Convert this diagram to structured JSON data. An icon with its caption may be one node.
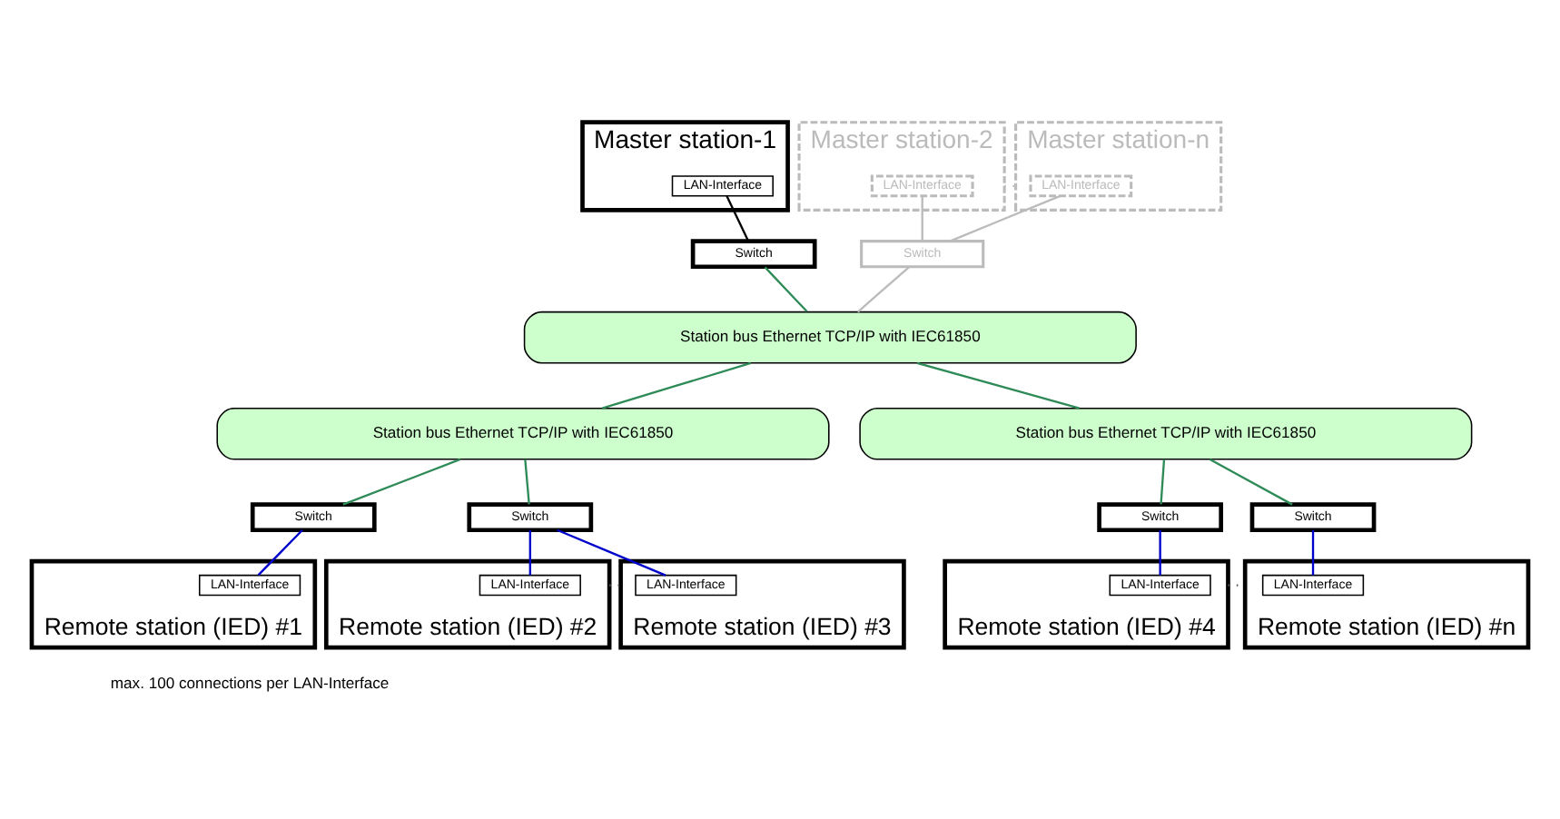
{
  "diagram": {
    "nodes": [
      {
        "text": [
          "Master station-1"
        ]
      },
      {
        "text": [
          "LAN-Interface"
        ],
        "in": 0
      },
      {
        "text": [
          "Master station-2"
        ]
      },
      {
        "text": [
          "LAN-Interface"
        ],
        "in": 2
      },
      {
        "text": [
          "Master station-n"
        ]
      },
      {
        "text": [
          "LAN-Interface"
        ],
        "in": 4
      },
      {
        "text": [
          "Switch"
        ]
      },
      {
        "text": [
          "Switch"
        ]
      },
      {
        "text": [
          "Station bus Ethernet TCP/IP with IEC61850"
        ]
      },
      {
        "text": [
          "Station bus Ethernet TCP/IP with IEC61850"
        ]
      },
      {
        "text": [
          "Station bus Ethernet TCP/IP with IEC61850"
        ]
      },
      {
        "text": [
          "Switch"
        ]
      },
      {
        "text": [
          "Switch"
        ]
      },
      {
        "text": [
          "Switch"
        ]
      },
      {
        "text": [
          "Switch"
        ]
      },
      {
        "text": [
          "Remote station (IED) #1"
        ]
      },
      {
        "text": [
          "LAN-Interface"
        ],
        "in": 15
      },
      {
        "text": [
          "Remote station (IED) #2"
        ]
      },
      {
        "text": [
          "LAN-Interface"
        ],
        "in": 17
      },
      {
        "text": [
          "Remote station (IED) #3"
        ]
      },
      {
        "text": [
          "LAN-Interface"
        ],
        "in": 19
      },
      {
        "text": [
          "Remote station (IED) #4"
        ]
      },
      {
        "text": [
          "LAN-Interface"
        ],
        "in": 21
      },
      {
        "text": [
          "Remote station (IED) #n"
        ]
      },
      {
        "text": [
          "LAN-Interface"
        ],
        "in": 23
      }
    ],
    "edges": [
      {
        "from": 1,
        "to": 6,
        "arrow": "none",
        "color": "#000000"
      },
      {
        "from": 6,
        "to": 8,
        "arrow": "none"
      },
      {
        "from": 2,
        "to": 4,
        "arrow": "none",
        "style": "dashed",
        "color": "#bbbbbb"
      },
      {
        "from": 3,
        "to": 7,
        "arrow": "none",
        "color": "#bbbbbb"
      },
      {
        "from": 5,
        "to": 7,
        "arrow": "none",
        "color": "#bbbbbb"
      },
      {
        "from": 7,
        "to": 8,
        "arrow": "none",
        "color": "#bbbbbb"
      },
      {
        "from": 8,
        "to": 9,
        "arrow": "none"
      },
      {
        "from": 8,
        "to": 10,
        "arrow": "none"
      },
      {
        "from": 9,
        "to": 11,
        "arrow": "none"
      },
      {
        "from": 9,
        "to": 12,
        "arrow": "none"
      },
      {
        "from": 10,
        "to": 13,
        "arrow": "none"
      },
      {
        "from": 10,
        "to": 14,
        "arrow": "none"
      },
      {
        "from": 11,
        "to": 16,
        "arrow": "none",
        "color": "#0000cc"
      },
      {
        "from": 12,
        "to": 18,
        "arrow": "none",
        "color": "#0000cc"
      },
      {
        "from": 12,
        "to": 20,
        "arrow": "none",
        "color": "#0000cc"
      },
      {
        "from": 13,
        "to": 22,
        "arrow": "none",
        "color": "#0000cc"
      },
      {
        "from": 14,
        "to": 24,
        "arrow": "none",
        "color": "#0000cc"
      },
      {
        "from": 17,
        "to": 19,
        "arrow": "none",
        "style": "dashed",
        "color": "#555555"
      },
      {
        "from": 21,
        "to": 23,
        "arrow": "none",
        "style": "dashed",
        "color": "#555555"
      }
    ],
    "labels": [
      "max. 100 connections per LAN-Interface"
    ]
  }
}
